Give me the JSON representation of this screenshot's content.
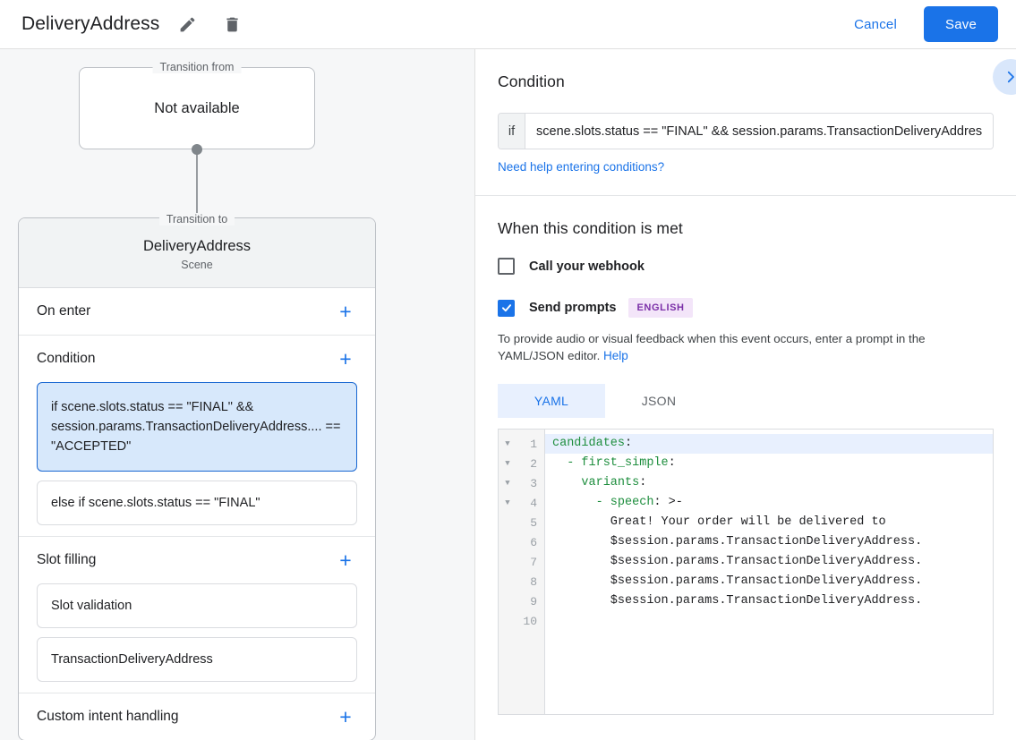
{
  "header": {
    "title": "DeliveryAddress",
    "edit_icon": "pencil-icon",
    "delete_icon": "trash-icon",
    "cancel_label": "Cancel",
    "save_label": "Save",
    "accent_color": "#1a73e8"
  },
  "graph": {
    "transition_from": {
      "legend": "Transition from",
      "value": "Not available"
    },
    "transition_to": {
      "legend": "Transition to",
      "scene_name": "DeliveryAddress",
      "scene_type": "Scene"
    }
  },
  "sections": [
    {
      "title": "On enter",
      "add_label": "+",
      "items": []
    },
    {
      "title": "Condition",
      "add_label": "+",
      "items": [
        {
          "text": "if scene.slots.status == \"FINAL\" && session.params.TransactionDeliveryAddress.... == \"ACCEPTED\"",
          "selected": true
        },
        {
          "text": "else if scene.slots.status == \"FINAL\"",
          "selected": false
        }
      ]
    },
    {
      "title": "Slot filling",
      "add_label": "+",
      "items": [
        {
          "text": "Slot validation",
          "selected": false
        },
        {
          "text": "TransactionDeliveryAddress",
          "selected": false
        }
      ]
    },
    {
      "title": "Custom intent handling",
      "add_label": "+",
      "items": []
    }
  ],
  "right": {
    "condition_heading": "Condition",
    "collapse_icon": "chevron-right-icon",
    "if_label": "if",
    "condition_value": "scene.slots.status == \"FINAL\" && session.params.TransactionDeliveryAddres",
    "need_help_link": "Need help entering conditions?",
    "when_met_heading": "When this condition is met",
    "webhook_checkbox": {
      "label": "Call your webhook",
      "checked": false
    },
    "prompts_checkbox": {
      "label": "Send prompts",
      "checked": true,
      "badge": "ENGLISH",
      "badge_bg": "#f3e5f9",
      "badge_color": "#7b2fa8"
    },
    "helper_text": "To provide audio or visual feedback when this event occurs, enter a prompt in the YAML/JSON editor.",
    "help_link": "Help",
    "tabs": [
      {
        "label": "YAML",
        "active": true
      },
      {
        "label": "JSON",
        "active": false
      }
    ]
  },
  "editor": {
    "line_count": 10,
    "fold_rows": [
      1,
      2,
      3,
      4
    ],
    "lines": [
      {
        "n": 1,
        "indent": 0,
        "key": "candidates",
        "rest": ":",
        "highlight": true
      },
      {
        "n": 2,
        "indent": 2,
        "key": "- first_simple",
        "rest": ":",
        "highlight": false
      },
      {
        "n": 3,
        "indent": 4,
        "key": "variants",
        "rest": ":",
        "highlight": false
      },
      {
        "n": 4,
        "indent": 6,
        "key": "- speech",
        "rest": ": >-",
        "highlight": false
      },
      {
        "n": 5,
        "indent": 8,
        "key": "",
        "rest": "Great! Your order will be delivered to",
        "highlight": false
      },
      {
        "n": 6,
        "indent": 8,
        "key": "",
        "rest": "$session.params.TransactionDeliveryAddress.",
        "highlight": false
      },
      {
        "n": 7,
        "indent": 8,
        "key": "",
        "rest": "$session.params.TransactionDeliveryAddress.",
        "highlight": false
      },
      {
        "n": 8,
        "indent": 8,
        "key": "",
        "rest": "$session.params.TransactionDeliveryAddress.",
        "highlight": false
      },
      {
        "n": 9,
        "indent": 8,
        "key": "",
        "rest": "$session.params.TransactionDeliveryAddress.",
        "highlight": false
      },
      {
        "n": 10,
        "indent": 0,
        "key": "",
        "rest": "",
        "highlight": false
      }
    ]
  }
}
